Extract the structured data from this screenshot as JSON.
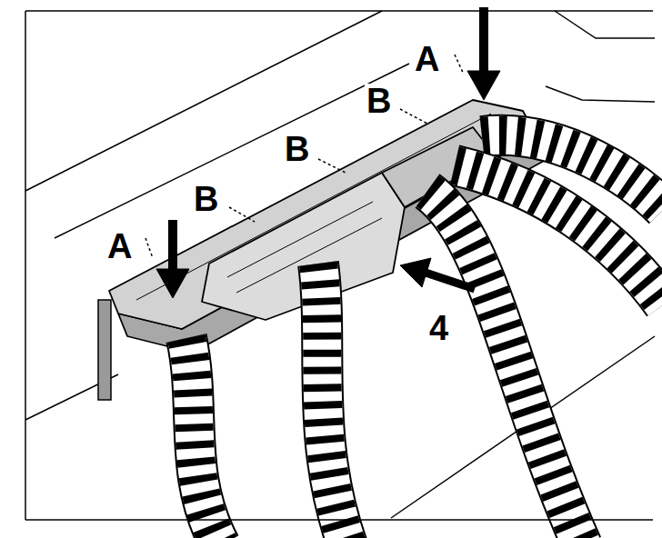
{
  "diagram": {
    "labels": [
      "A",
      "B",
      "B",
      "B",
      "A",
      "4"
    ]
  }
}
